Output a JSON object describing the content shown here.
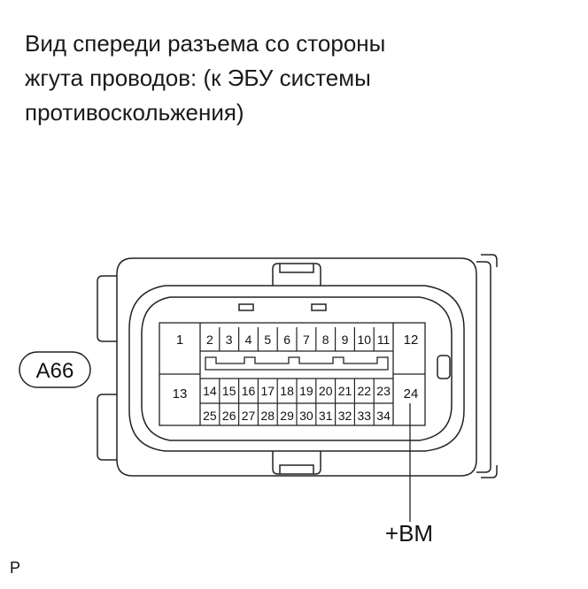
{
  "caption": {
    "lines": [
      "Вид спереди разъема со стороны",
      "жгута проводов: (к ЭБУ системы",
      "противоскольжения)"
    ]
  },
  "connector": {
    "code": "A66",
    "top_row": [
      "1",
      "2",
      "3",
      "4",
      "5",
      "6",
      "7",
      "8",
      "9",
      "10",
      "11",
      "12"
    ],
    "bottom_row_1": [
      "13",
      "14",
      "15",
      "16",
      "17",
      "18",
      "19",
      "20",
      "21",
      "22",
      "23",
      "24"
    ],
    "bottom_row_2": [
      "25",
      "26",
      "27",
      "28",
      "29",
      "30",
      "31",
      "32",
      "33",
      "34"
    ]
  },
  "callout": {
    "pin": "24",
    "label": "+BM"
  },
  "corner_mark": "P"
}
